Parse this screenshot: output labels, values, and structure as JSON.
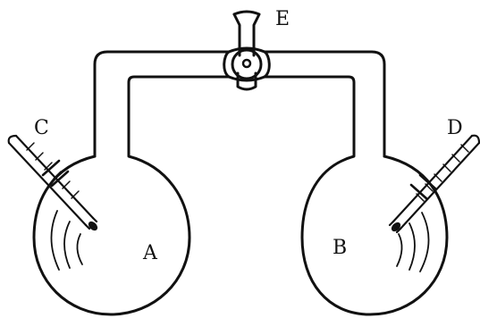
{
  "labels": {
    "flask_left": "A",
    "flask_right": "B",
    "thermometer_left": "C",
    "thermometer_right": "D",
    "stopcock": "E"
  }
}
